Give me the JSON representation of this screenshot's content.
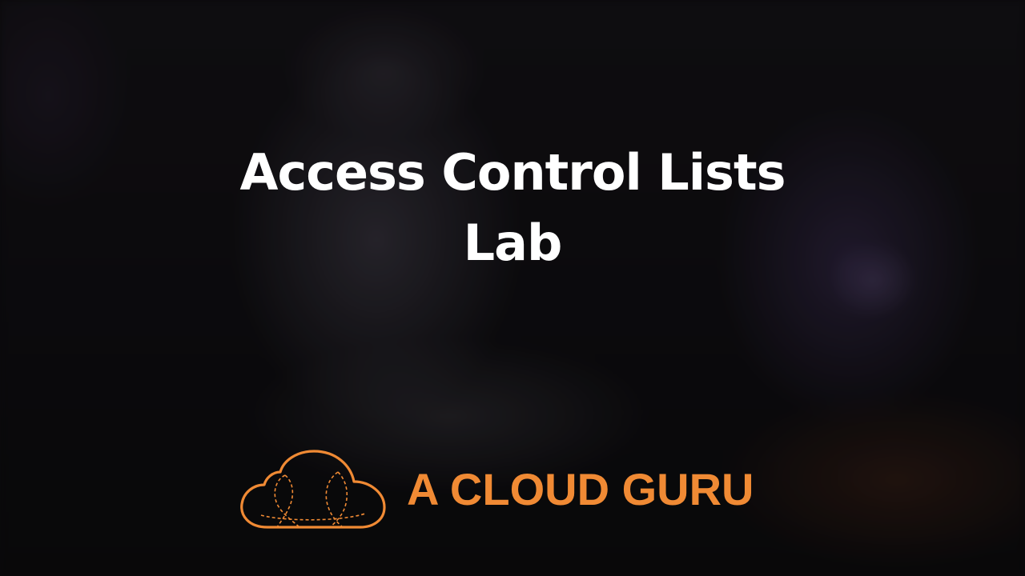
{
  "slide": {
    "title_line1": "Access Control Lists",
    "title_line2": "Lab"
  },
  "brand": {
    "name": "A CLOUD GURU",
    "logo_icon": "cloud-logo-icon",
    "color": "#f08a34"
  }
}
